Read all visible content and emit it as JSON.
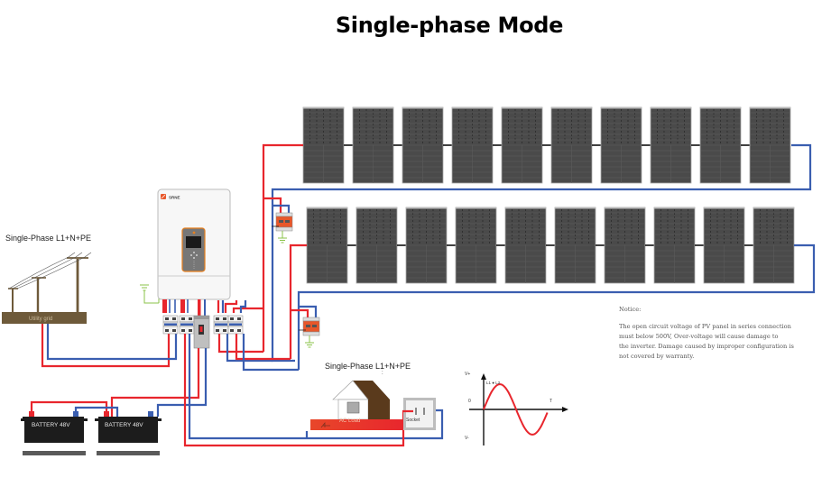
{
  "title": "Single-phase Mode",
  "grid": {
    "label": "Single-Phase L1+N+PE",
    "ground_label": "Utility grid"
  },
  "inverter": {
    "brand": "SRNE"
  },
  "batteries": [
    {
      "label": "BATTERY 48V"
    },
    {
      "label": "BATTERY 48V"
    }
  ],
  "pv_array": {
    "rows": 2,
    "panels_per_row": 10
  },
  "load": {
    "label": "Single-Phase L1+N+PE",
    "sub_label": ":",
    "bar_label": "AC Load",
    "socket_label": "Socket"
  },
  "waveform": {
    "y_top": "V+",
    "y_zero": "0",
    "y_bottom": "V-",
    "x_label": "T",
    "legend": "L1 ● L2"
  },
  "notice": {
    "heading": "Notice:",
    "lines": [
      "The open circuit voltage of PV panel in series connection",
      "must below 500V, Over-voltage will cause damage to",
      "the inverter. Damage caused by improper configuration is",
      "not covered by warranty."
    ]
  },
  "colors": {
    "positive_wire": "#e8262d",
    "negative_wire": "#3a5eb0",
    "ground_wire": "#8bc34a",
    "spd_orange": "#e8572a",
    "panel": "#4a4a4a"
  }
}
